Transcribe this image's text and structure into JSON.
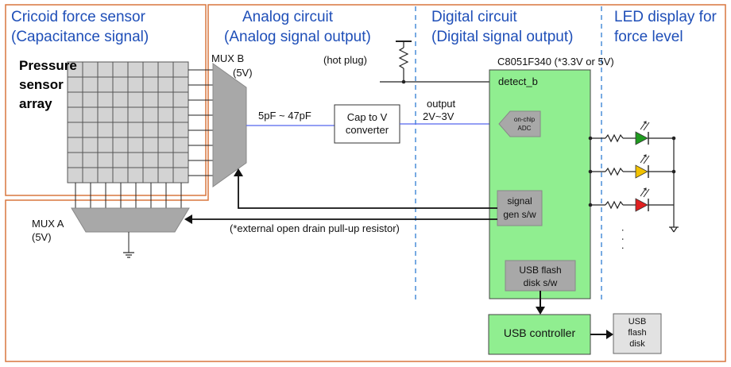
{
  "sections": {
    "cricoid_title": "Cricoid force sensor",
    "cricoid_subtitle": "(Capacitance signal)",
    "analog_title": "Analog circuit",
    "analog_subtitle": "(Analog signal output)",
    "digital_title": "Digital circuit",
    "digital_subtitle": "(Digital signal output)",
    "led_title_1": "LED display for",
    "led_title_2": "force level"
  },
  "sensor": {
    "label_1": "Pressure",
    "label_2": "sensor",
    "label_3": "array"
  },
  "mux_b": {
    "label": "MUX B",
    "voltage": "(5V)"
  },
  "mux_a": {
    "label": "MUX A",
    "voltage": "(5V)"
  },
  "signals": {
    "capacitance_range": "5pF ~ 47pF",
    "hot_plug": "(hot plug)",
    "output_label": "output",
    "output_range": "2V~3V",
    "pullup_note": "(*external open drain pull-up resistor)"
  },
  "blocks": {
    "converter_1": "Cap to V",
    "converter_2": "converter",
    "mcu_name": "C8051F340 (*3.3V or 5V)",
    "detect": "detect_b",
    "adc_1": "on-chip",
    "adc_2": "ADC",
    "siggen_1": "signal",
    "siggen_2": "gen s/w",
    "usbsw_1": "USB flash",
    "usbsw_2": "disk s/w",
    "usb_controller": "USB controller",
    "flash_1": "USB",
    "flash_2": "flash",
    "flash_3": "disk"
  },
  "leds": {
    "colors": [
      "#1f9a1f",
      "#f2c200",
      "#e02020"
    ],
    "more": ". . ."
  },
  "colors": {
    "accent": "#1f4fb8",
    "border": "#d9773f",
    "mcu": "#90ee90",
    "wire_blue": "#5566ee"
  }
}
